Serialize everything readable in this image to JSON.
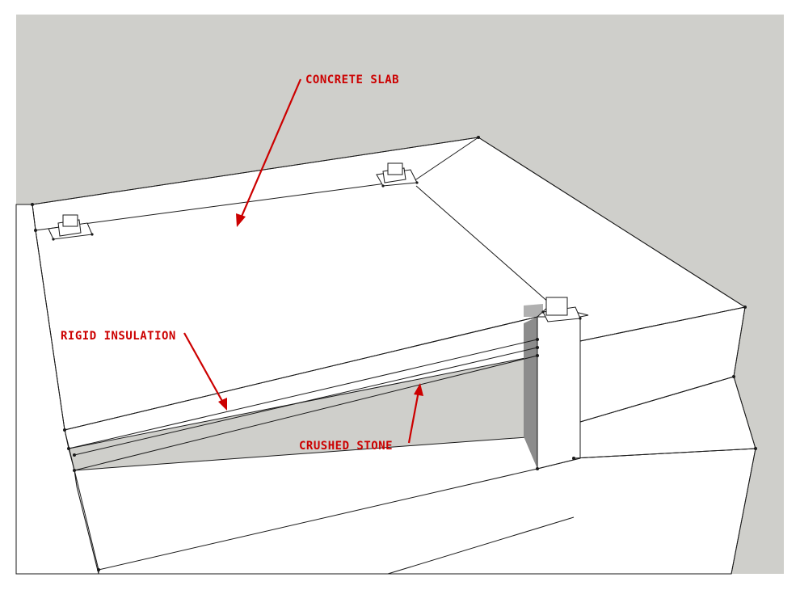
{
  "labels": {
    "concrete_slab": "CONCRETE SLAB",
    "rigid_insulation": "RIGID INSULATION",
    "crushed_stone": "CRUSHED STONE"
  },
  "colors": {
    "background": "#cfcfcb",
    "model_line": "#1a1a1a",
    "model_face": "#ffffff",
    "shadow": "#8c8c8c",
    "callout": "#cc0000"
  }
}
